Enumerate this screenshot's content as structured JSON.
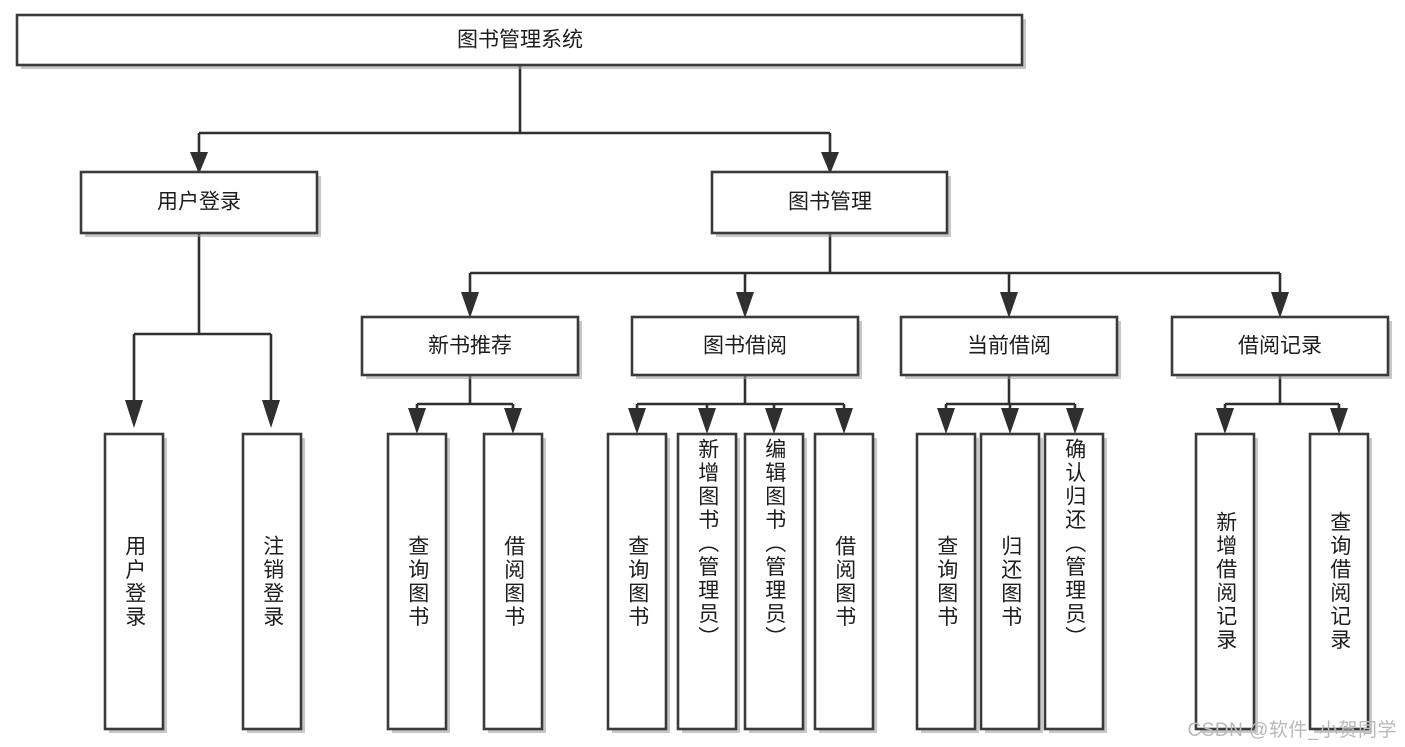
{
  "diagram": {
    "title": "图书管理系统",
    "type": "tree",
    "root": {
      "id": "root",
      "label": "图书管理系统"
    },
    "level1": [
      {
        "id": "user-login",
        "label": "用户登录"
      },
      {
        "id": "book-manage",
        "label": "图书管理"
      }
    ],
    "level2": [
      {
        "id": "new-book-recommend",
        "label": "新书推荐",
        "parent": "book-manage"
      },
      {
        "id": "book-borrow",
        "label": "图书借阅",
        "parent": "book-manage"
      },
      {
        "id": "current-borrow",
        "label": "当前借阅",
        "parent": "book-manage"
      },
      {
        "id": "borrow-record",
        "label": "借阅记录",
        "parent": "book-manage"
      }
    ],
    "leaves": [
      {
        "id": "leaf-user-login",
        "label": "用户登录",
        "parent": "user-login",
        "align": "middle"
      },
      {
        "id": "leaf-logout-login",
        "label": "注销登录",
        "parent": "user-login",
        "align": "middle"
      },
      {
        "id": "leaf-query-book-1",
        "label": "查询图书",
        "parent": "new-book-recommend",
        "align": "middle"
      },
      {
        "id": "leaf-borrow-book-1",
        "label": "借阅图书",
        "parent": "new-book-recommend",
        "align": "middle"
      },
      {
        "id": "leaf-query-book-2",
        "label": "查询图书",
        "parent": "book-borrow",
        "align": "middle"
      },
      {
        "id": "leaf-add-book",
        "label": "新增图书（管理员）",
        "parent": "book-borrow",
        "align": "top"
      },
      {
        "id": "leaf-edit-book",
        "label": "编辑图书（管理员）",
        "parent": "book-borrow",
        "align": "top"
      },
      {
        "id": "leaf-borrow-book-2",
        "label": "借阅图书",
        "parent": "book-borrow",
        "align": "middle"
      },
      {
        "id": "leaf-query-book-3",
        "label": "查询图书",
        "parent": "current-borrow",
        "align": "middle"
      },
      {
        "id": "leaf-return-book",
        "label": "归还图书",
        "parent": "current-borrow",
        "align": "middle"
      },
      {
        "id": "leaf-confirm-return",
        "label": "确认归还（管理员）",
        "parent": "current-borrow",
        "align": "top"
      },
      {
        "id": "leaf-add-record",
        "label": "新增借阅记录",
        "parent": "borrow-record",
        "align": "middle"
      },
      {
        "id": "leaf-query-record",
        "label": "查询借阅记录",
        "parent": "borrow-record",
        "align": "middle"
      }
    ]
  },
  "watermark": {
    "text": "CSDN @软件_小贺同学"
  },
  "colors": {
    "box_stroke": "#3a3a3a",
    "connector": "#2f2f2f",
    "background": "#ffffff",
    "text": "#1d1d1d",
    "watermark": "#b9b9b9"
  }
}
